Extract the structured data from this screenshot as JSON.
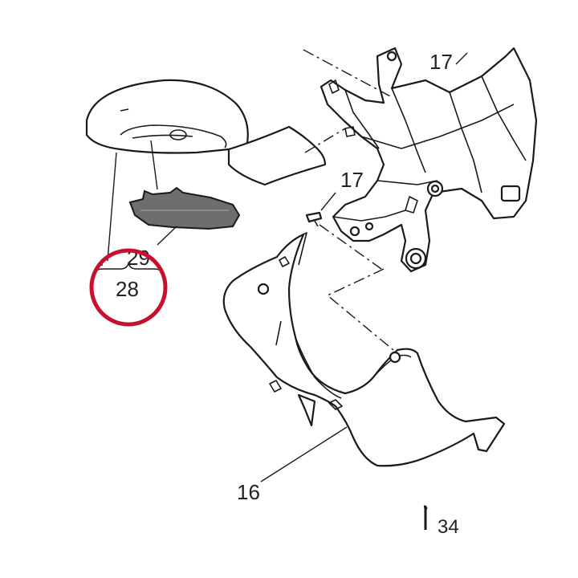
{
  "diagram": {
    "labels": {
      "frame_top": "17",
      "screw": "17",
      "cover_plate": "29",
      "mirror_group": "28",
      "fairing": "16",
      "corner": "34"
    },
    "colors": {
      "highlight_ring": "#c8102e",
      "line": "#1a1a1a",
      "cover_plate_fill": "#6e6e6e"
    }
  }
}
